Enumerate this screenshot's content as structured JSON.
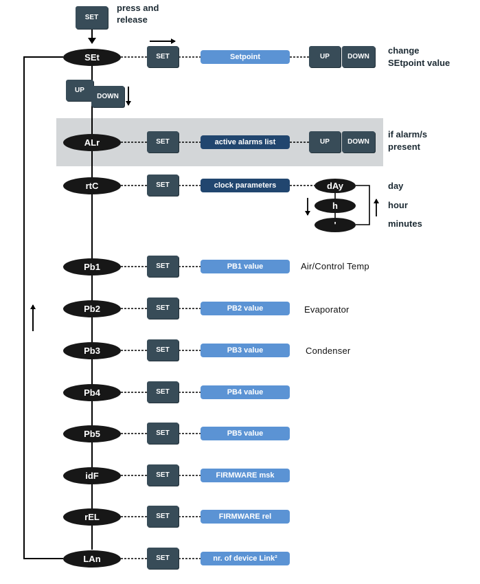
{
  "top": {
    "set_key": "SET",
    "instruction": "press and release"
  },
  "rows": [
    {
      "code": "SEt",
      "key": "SET",
      "value": "Setpoint",
      "value_style": "light"
    },
    {
      "code": "ALr",
      "key": "SET",
      "value": "active alarms list",
      "value_style": "dark"
    },
    {
      "code": "rtC",
      "key": "SET",
      "value": "clock parameters",
      "value_style": "dark"
    },
    {
      "code": "Pb1",
      "key": "SET",
      "value": "PB1 value",
      "value_style": "light",
      "note": "Air/Control Temp"
    },
    {
      "code": "Pb2",
      "key": "SET",
      "value": "PB2 value",
      "value_style": "light",
      "note": "Evaporator"
    },
    {
      "code": "Pb3",
      "key": "SET",
      "value": "PB3 value",
      "value_style": "light",
      "note": "Condenser"
    },
    {
      "code": "Pb4",
      "key": "SET",
      "value": "PB4 value",
      "value_style": "light"
    },
    {
      "code": "Pb5",
      "key": "SET",
      "value": "PB5 value",
      "value_style": "light"
    },
    {
      "code": "idF",
      "key": "SET",
      "value": "FIRMWARE msk",
      "value_style": "light"
    },
    {
      "code": "rEL",
      "key": "SET",
      "value": "FIRMWARE rel",
      "value_style": "light"
    },
    {
      "code": "LAn",
      "key": "SET",
      "value": "nr. of device Link²",
      "value_style": "light"
    }
  ],
  "setpoint": {
    "up": "UP",
    "down": "DOWN",
    "note_line1": "change",
    "note_line2": "SEtpoint value"
  },
  "nav": {
    "up": "UP",
    "down": "DOWN"
  },
  "alarms": {
    "up": "UP",
    "down": "DOWN",
    "note_line1": "if alarm/s",
    "note_line2": "present"
  },
  "clock": {
    "items": [
      {
        "code": "dAy",
        "label": "day"
      },
      {
        "code": "h",
        "label": "hour"
      },
      {
        "code": "'",
        "label": "minutes"
      }
    ]
  },
  "colors": {
    "oval": "#171717",
    "key": "#384c58",
    "value_light": "#5b93d4",
    "value_dark": "#21466f",
    "alarm_band": "#d3d6d8"
  }
}
